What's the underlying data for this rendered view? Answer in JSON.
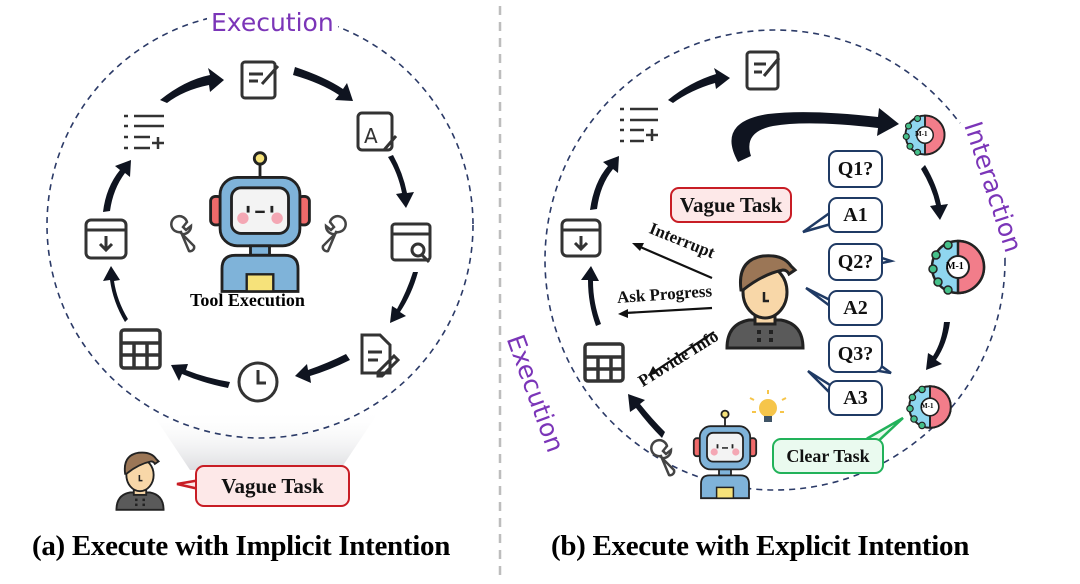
{
  "panel_a": {
    "phase_label": "Execution",
    "center_label": "Tool Execution",
    "user_bubble": "Vague Task",
    "caption": "(a) Execute with Implicit Intention",
    "cycle_icons": [
      "edit-icon",
      "font-edit-icon",
      "browser-search-icon",
      "document-pen-icon",
      "clock-icon",
      "table-icon",
      "download-box-icon",
      "add-list-icon"
    ]
  },
  "panel_b": {
    "phase_label_interaction": "Interaction",
    "phase_label_execution": "Execution",
    "user_bubble": "Vague Task",
    "user_actions": [
      "Interrupt",
      "Ask Progress",
      "Provide Info"
    ],
    "questions": [
      "Q1?",
      "Q2?",
      "Q3?"
    ],
    "answers": [
      "A1",
      "A2",
      "A3"
    ],
    "model_label": "M-1",
    "clear_bubble": "Clear Task",
    "caption": "(b) Execute with Explicit Intention"
  },
  "colors": {
    "purple": "#7b35b8",
    "red": "#c81d25",
    "navy": "#1f3a64",
    "green": "#22b25a"
  }
}
